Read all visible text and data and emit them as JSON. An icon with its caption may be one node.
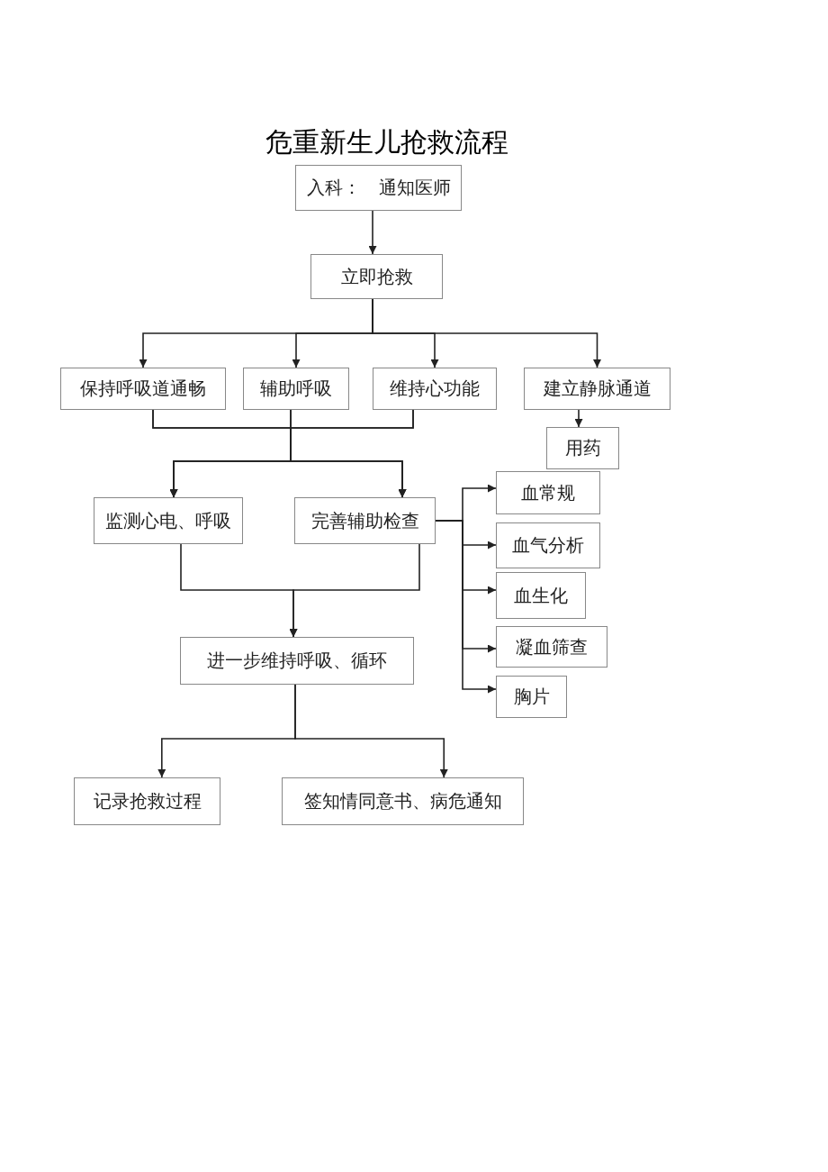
{
  "diagram": {
    "title": "危重新生儿抢救流程",
    "nodes": [
      {
        "text": [
          "入科：　通知医师"
        ]
      },
      {
        "text": [
          "立即抢救"
        ]
      },
      {
        "text": [
          "保持呼吸道通畅"
        ]
      },
      {
        "text": [
          "辅助呼吸"
        ]
      },
      {
        "text": [
          "维持心功能"
        ]
      },
      {
        "text": [
          "建立静脉通道"
        ]
      },
      {
        "text": [
          "用药"
        ]
      },
      {
        "text": [
          "监测心电、呼吸"
        ]
      },
      {
        "text": [
          "完善辅助检查"
        ]
      },
      {
        "text": [
          "血常规"
        ]
      },
      {
        "text": [
          "血气分析"
        ]
      },
      {
        "text": [
          "血生化"
        ]
      },
      {
        "text": [
          "凝血筛查"
        ]
      },
      {
        "text": [
          "胸片"
        ]
      },
      {
        "text": [
          "进一步维持呼吸、循环"
        ]
      },
      {
        "text": [
          "记录抢救过程"
        ]
      },
      {
        "text": [
          "签知情同意书、病危通知"
        ]
      }
    ],
    "edges": [
      {
        "from": 0,
        "to": 1,
        "arrow": "to"
      },
      {
        "from": 1,
        "to": 2,
        "arrow": "to"
      },
      {
        "from": 1,
        "to": 3,
        "arrow": "to"
      },
      {
        "from": 1,
        "to": 4,
        "arrow": "to"
      },
      {
        "from": 1,
        "to": 5,
        "arrow": "to"
      },
      {
        "from": 5,
        "to": 6,
        "arrow": "to"
      },
      {
        "from": 2,
        "to": 7,
        "arrow": "to"
      },
      {
        "from": 2,
        "to": 8,
        "arrow": "to"
      },
      {
        "from": 3,
        "to": 7,
        "arrow": "to"
      },
      {
        "from": 3,
        "to": 8,
        "arrow": "to"
      },
      {
        "from": 4,
        "to": 7,
        "arrow": "to"
      },
      {
        "from": 4,
        "to": 8,
        "arrow": "to"
      },
      {
        "from": 8,
        "to": 9,
        "arrow": "to"
      },
      {
        "from": 8,
        "to": 10,
        "arrow": "to"
      },
      {
        "from": 8,
        "to": 11,
        "arrow": "to"
      },
      {
        "from": 8,
        "to": 12,
        "arrow": "to"
      },
      {
        "from": 8,
        "to": 13,
        "arrow": "to"
      },
      {
        "from": 7,
        "to": 14,
        "arrow": "to"
      },
      {
        "from": 8,
        "to": 14,
        "arrow": "to"
      },
      {
        "from": 14,
        "to": 15,
        "arrow": "to"
      },
      {
        "from": 14,
        "to": 16,
        "arrow": "to"
      }
    ]
  }
}
